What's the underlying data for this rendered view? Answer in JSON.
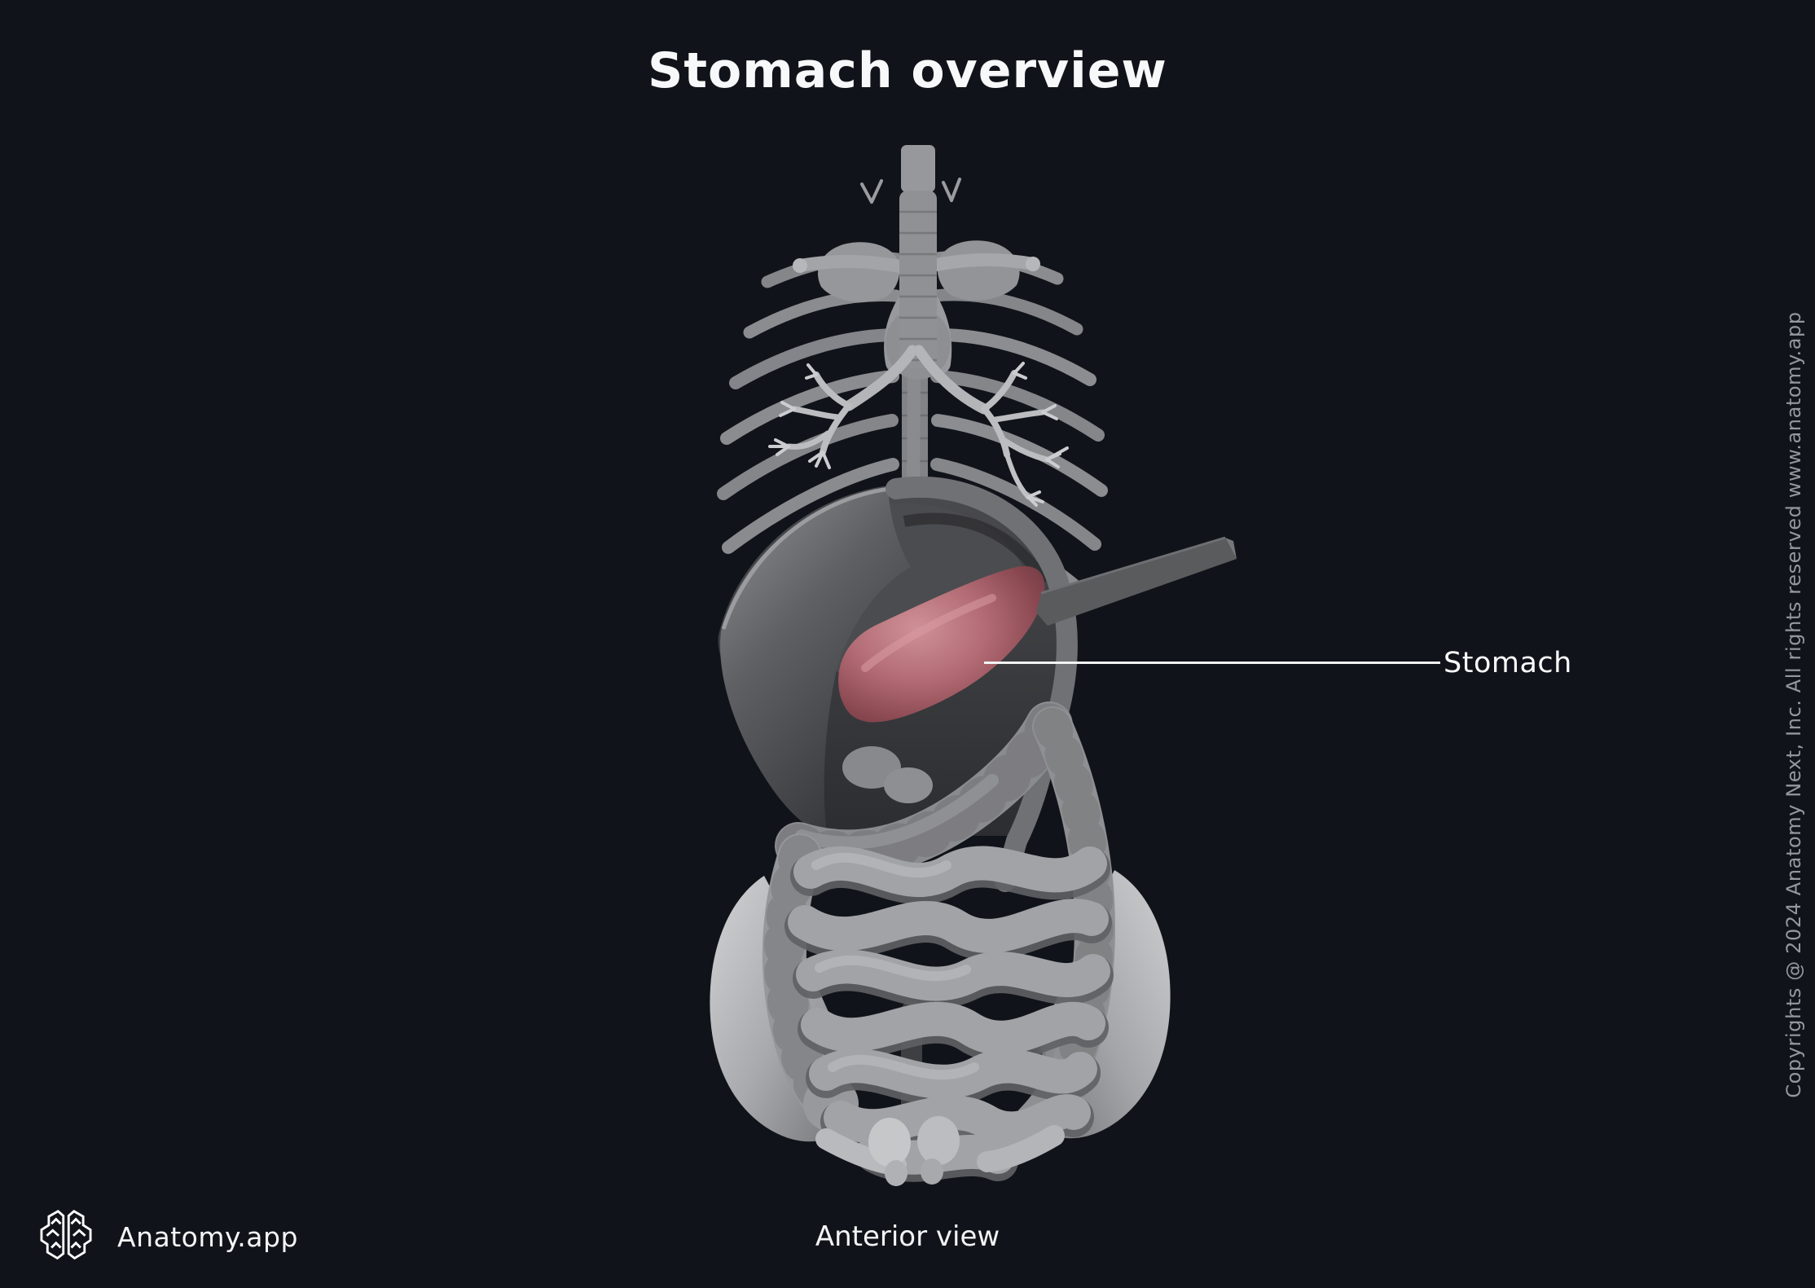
{
  "page": {
    "title": "Stomach overview"
  },
  "annotation": {
    "label": "Stomach"
  },
  "footer": {
    "view_label": "Anterior view",
    "brand": "Anatomy.app"
  },
  "copyright": "Copyrights @ 2024 Anatomy Next, Inc. All rights reserved www.anatomy.app",
  "illustration": {
    "highlighted_organ": "Stomach",
    "view": "Anterior"
  },
  "icons": {
    "logo": "brain-icon"
  },
  "colors": {
    "background": "#10141a",
    "text_primary": "#f4f5f6",
    "text_muted": "#94979c",
    "stomach_highlight_mid": "#aa646d",
    "stomach_highlight_light": "#cf9096",
    "stomach_highlight_dark": "#6f3a42",
    "model_gray": "#8f9093",
    "bone_light": "#c6c7c9",
    "diaphragm_dark": "#37383b",
    "leader_line": "#f2f3f4"
  }
}
